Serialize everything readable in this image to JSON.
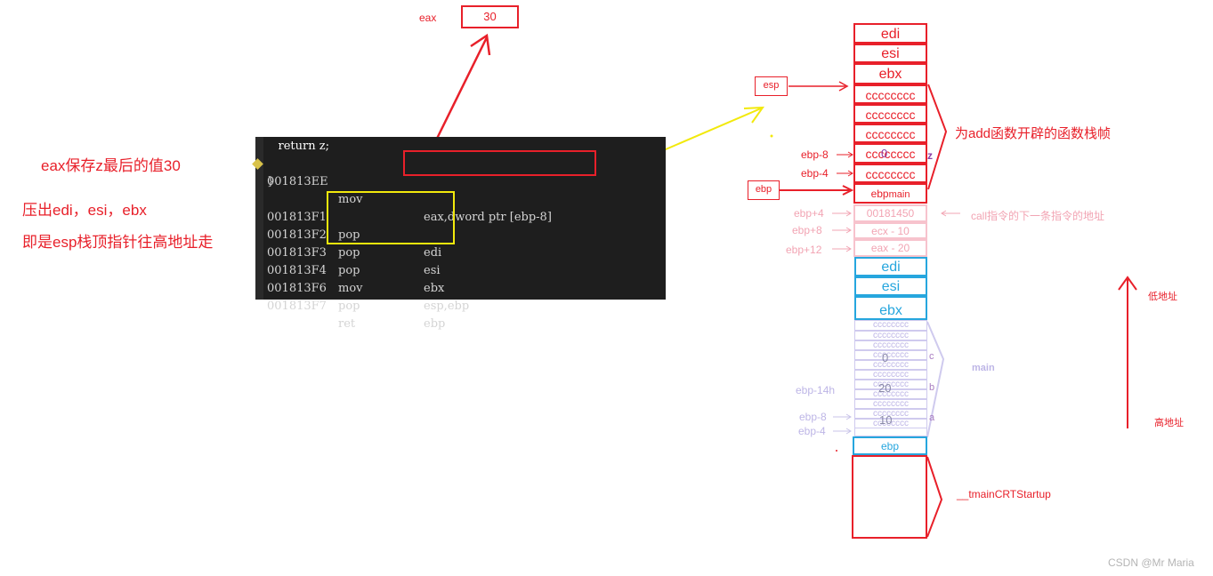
{
  "eax_box": {
    "label": "eax",
    "value": "30"
  },
  "notes": {
    "eax_note": "eax保存z最后的值30",
    "pop_note_1": "压出edi，esi，ebx",
    "pop_note_2": "即是esp栈顶指针往高地址走"
  },
  "code": {
    "header": "    return z;",
    "brace": "}",
    "lines": [
      {
        "addr": "001813EE",
        "op": "mov",
        "arg": "eax,dword ptr [ebp-8]"
      },
      {
        "addr": "001813F1",
        "op": "pop",
        "arg": "edi"
      },
      {
        "addr": "001813F2",
        "op": "pop",
        "arg": "esi"
      },
      {
        "addr": "001813F3",
        "op": "pop",
        "arg": "ebx"
      },
      {
        "addr": "001813F4",
        "op": "mov",
        "arg": "esp,ebp"
      },
      {
        "addr": "001813F6",
        "op": "pop",
        "arg": "ebp"
      },
      {
        "addr": "001813F7",
        "op": "ret",
        "arg": ""
      }
    ]
  },
  "add_frame": {
    "cells": [
      "edi",
      "esi",
      "ebx",
      "cccccccc",
      "cccccccc",
      "cccccccc",
      "cccccccc",
      "cccccccc",
      "ebp"
    ],
    "ebp_sub": "main",
    "z_label": "z",
    "z_value": "0",
    "brace_label": "为add函数开辟的函数栈帧",
    "esp_label": "esp",
    "ebp_label": "ebp",
    "ebp_minus8": "ebp-8",
    "ebp_minus4": "ebp-4"
  },
  "args": {
    "cells": [
      "00181450",
      "ecx - 10",
      "eax - 20"
    ],
    "labels": [
      "ebp+4",
      "ebp+8",
      "ebp+12"
    ],
    "ret_note": "call指令的下一条指令的地址"
  },
  "main_frame": {
    "regs": [
      "edi",
      "esi",
      "ebx"
    ],
    "fill": "cccccccc",
    "values": [
      "0",
      "20",
      "10"
    ],
    "var_names": [
      "c",
      "b",
      "a"
    ],
    "label": "main",
    "ebp_14h": "ebp-14h",
    "ebp_minus8": "ebp-8",
    "ebp_minus4": "ebp-4",
    "ebp_cell": "ebp"
  },
  "crt_label": "__tmainCRTStartup",
  "direction": {
    "low": "低地址",
    "high": "高地址"
  },
  "watermark": "CSDN @Mr Maria",
  "colors": {
    "red": "#e8202a",
    "yellow": "#f2e90c",
    "pink": "#f7c3cd",
    "blue": "#26a6de",
    "lavender": "#cfcaee"
  }
}
